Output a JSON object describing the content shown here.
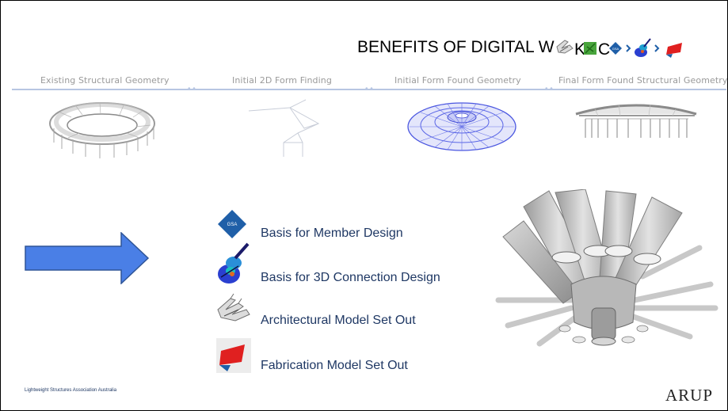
{
  "slide": {
    "title": "BENEFITS OF DIGITAL W",
    "title_icons": [
      "rhino-icon",
      "karamba-icon",
      "gsa-icon",
      "chevron-right-icon",
      "violin-fea-icon",
      "chevron-right-icon",
      "fabrication-icon"
    ]
  },
  "timeline": {
    "stages": [
      {
        "label": "Existing Structural  Geometry",
        "image": "stadium-roof-existing-geometry"
      },
      {
        "label": "Initial 2D Form Finding",
        "image": "2d-form-finding-sketch"
      },
      {
        "label": "Initial Form Found Geometry",
        "image": "form-found-mesh-blue"
      },
      {
        "label": "Final Form Found Structural Geometry",
        "image": "final-structural-geometry"
      }
    ],
    "tick_marks": [
      "• •",
      "• •",
      "• •"
    ]
  },
  "features": [
    {
      "label": "Basis for Member Design",
      "icon": "gsa-icon",
      "icon_text": "GSA"
    },
    {
      "label": "Basis for 3D Connection Design",
      "icon": "violin-fea-icon"
    },
    {
      "label": "Architectural Model Set Out",
      "icon": "rhino-icon"
    },
    {
      "label": "Fabrication Model Set Out",
      "icon": "fabrication-icon"
    }
  ],
  "footer": {
    "organization": "Lightweight Structures Association Australia",
    "logo": "ARUP"
  },
  "colors": {
    "arrow_fill": "#4a7fe6",
    "arrow_stroke": "#2f5597",
    "feature_text": "#1f3864",
    "mesh_blue": "#4b57e0",
    "gsa_blue": "#1f5fa8",
    "fabrication_red": "#e02020"
  }
}
